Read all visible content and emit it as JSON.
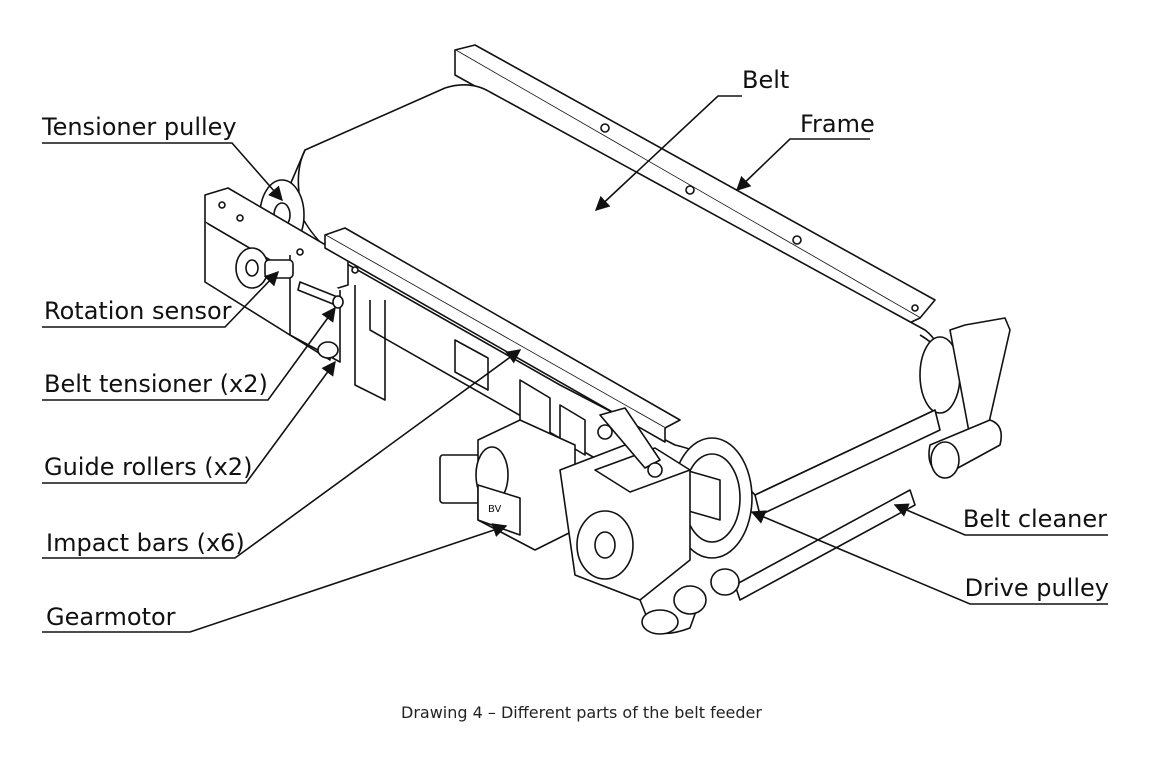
{
  "diagram": {
    "caption": "Drawing 4 – Different parts of the belt feeder",
    "labels": {
      "belt": "Belt",
      "frame": "Frame",
      "tensioner_pulley": "Tensioner pulley",
      "rotation_sensor": "Rotation sensor",
      "belt_tensioner": "Belt tensioner (x2)",
      "guide_rollers": "Guide rollers (x2)",
      "impact_bars": "Impact bars (x6)",
      "gearmotor": "Gearmotor",
      "belt_cleaner": "Belt cleaner",
      "drive_pulley": "Drive pulley"
    }
  },
  "colors": {
    "line": "#111111",
    "fill": "#ffffff",
    "shade": "#e9e9e9"
  }
}
